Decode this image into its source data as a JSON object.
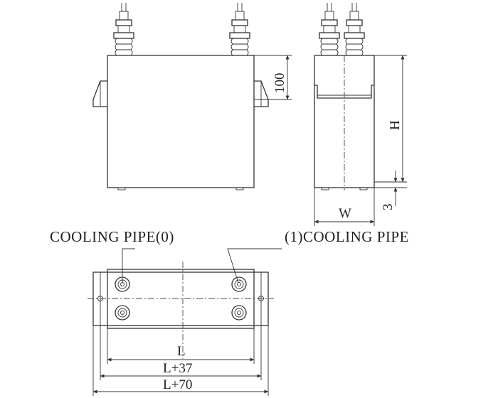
{
  "drawing": {
    "labels": {
      "cooling_pipe_left": "COOLING PIPE(0)",
      "cooling_pipe_right": "(1)COOLING PIPE",
      "dim_100": "100",
      "dim_H": "H",
      "dim_W": "W",
      "dim_3": "3",
      "dim_L": "L",
      "dim_L37": "L+37",
      "dim_L70": "L+70"
    }
  }
}
